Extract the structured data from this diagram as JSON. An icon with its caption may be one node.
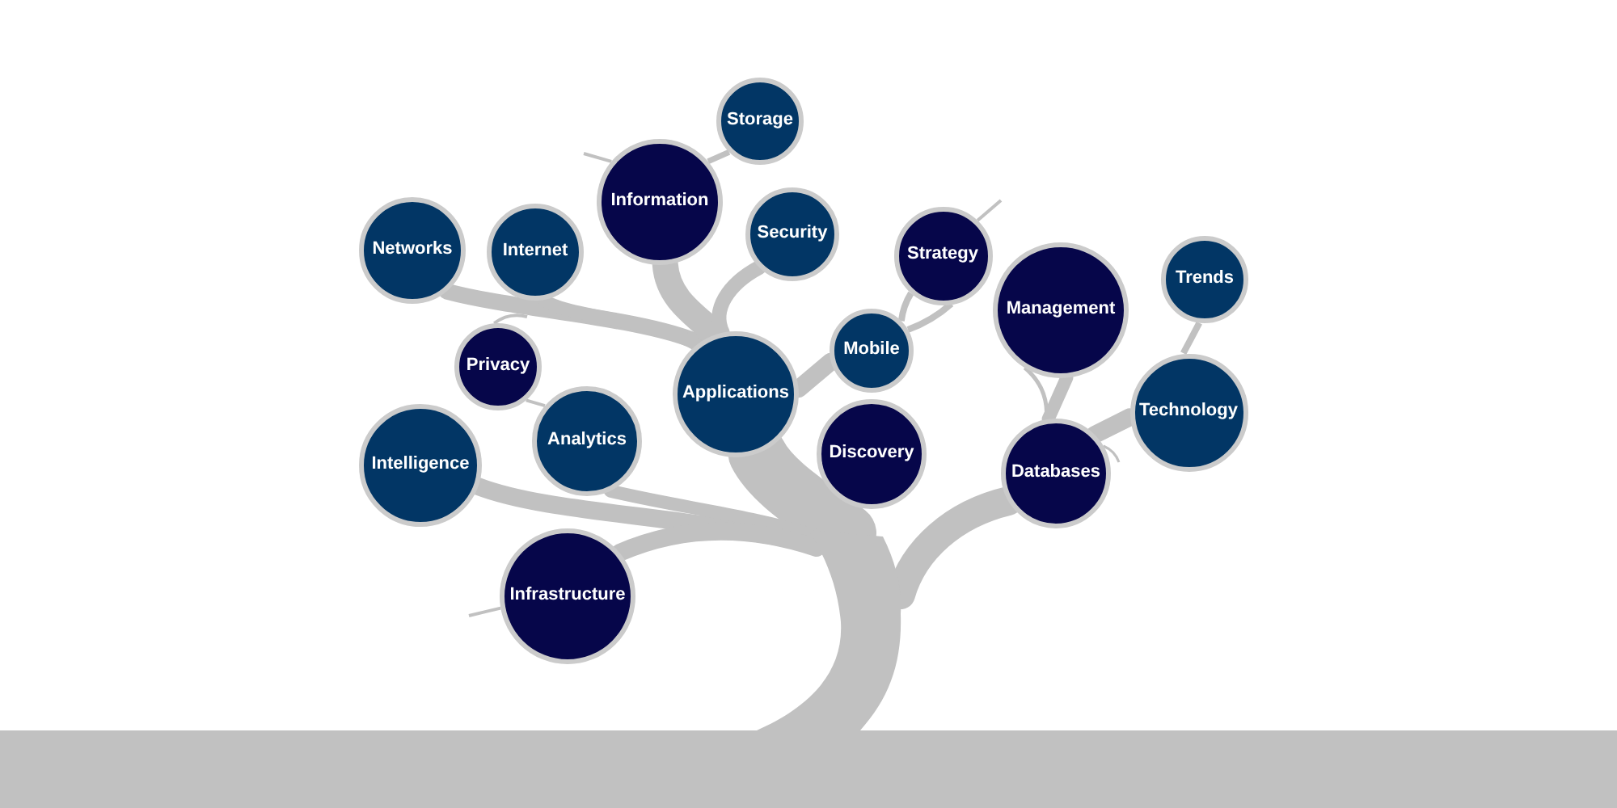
{
  "diagram": {
    "nodes": [
      {
        "text": [
          "Storage"
        ]
      },
      {
        "text": [
          "Networks"
        ]
      },
      {
        "text": [
          "Internet"
        ]
      },
      {
        "text": [
          "Information"
        ]
      },
      {
        "text": [
          "Security"
        ]
      },
      {
        "text": [
          "Strategy"
        ]
      },
      {
        "text": [
          "Trends"
        ]
      },
      {
        "text": [
          "Management"
        ]
      },
      {
        "text": [
          "Privacy"
        ]
      },
      {
        "text": [
          "Applications"
        ]
      },
      {
        "text": [
          "Mobile"
        ]
      },
      {
        "text": [
          "Technology"
        ]
      },
      {
        "text": [
          "Intelligence"
        ]
      },
      {
        "text": [
          "Analytics"
        ]
      },
      {
        "text": [
          "Discovery"
        ]
      },
      {
        "text": [
          "Databases"
        ]
      },
      {
        "text": [
          "Infrastructure"
        ]
      },
      {
        "text": [],
        "shape": "trunk"
      }
    ],
    "edges": [
      {
        "from": 0,
        "to": 3,
        "arrow": "none"
      },
      {
        "from": 5,
        "to": 10,
        "arrow": "none"
      },
      {
        "from": 5,
        "to": 10,
        "arrow": "none"
      },
      {
        "from": 7,
        "to": 15,
        "arrow": "none"
      },
      {
        "from": 7,
        "to": 15,
        "arrow": "none"
      },
      {
        "from": 6,
        "to": 11,
        "arrow": "none"
      },
      {
        "from": 8,
        "to": 13,
        "arrow": "none"
      },
      {
        "from": 1,
        "to": 9,
        "arrow": "none"
      },
      {
        "from": 2,
        "to": 9,
        "arrow": "none"
      },
      {
        "from": 3,
        "to": 9,
        "arrow": "none",
        "style": "thick"
      },
      {
        "from": 4,
        "to": 9,
        "arrow": "none"
      },
      {
        "from": 9,
        "to": 10,
        "arrow": "none"
      },
      {
        "from": 15,
        "to": 11,
        "arrow": "none"
      },
      {
        "from": 3,
        "to": null,
        "arrow": "none"
      },
      {
        "from": 8,
        "to": null,
        "arrow": "none"
      },
      {
        "from": 5,
        "to": null,
        "arrow": "none"
      },
      {
        "from": 15,
        "to": null,
        "arrow": "none"
      },
      {
        "from": 16,
        "to": null,
        "arrow": "none"
      },
      {
        "from": 9,
        "to": 17,
        "arrow": "none",
        "style": "thick"
      },
      {
        "from": 12,
        "to": 17,
        "arrow": "none"
      },
      {
        "from": 13,
        "to": 17,
        "arrow": "none"
      },
      {
        "from": 16,
        "to": 17,
        "arrow": "none"
      },
      {
        "from": 17,
        "to": 15,
        "arrow": "none",
        "style": "thick"
      }
    ]
  }
}
